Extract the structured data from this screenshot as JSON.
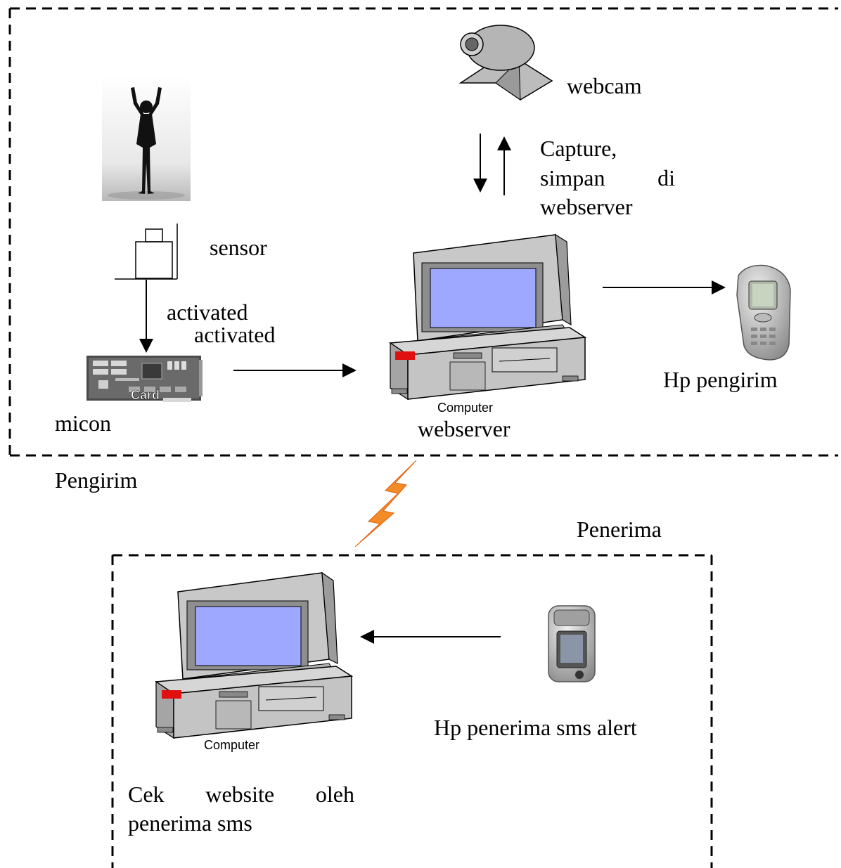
{
  "sender_group": {
    "label": "Pengirim",
    "sensor_label": "sensor",
    "activated_line1": "activated",
    "activated_line2": "activated",
    "micon_label": "micon",
    "card_text": "Card",
    "webcam_label": "webcam",
    "capture_words": [
      "Capture,",
      "simpan",
      "di",
      "webserver"
    ],
    "computer_text": "Computer",
    "webserver_label": "webserver",
    "hp_sender_label": "Hp pengirim"
  },
  "receiver_group": {
    "label": "Penerima",
    "computer_text": "Computer",
    "hp_receiver_label": "Hp penerima sms alert",
    "check_words": [
      "Cek",
      "website",
      "oleh",
      "penerima sms"
    ]
  },
  "colors": {
    "border": "#000000",
    "screen": "#9fa8ff",
    "monitor": "#c8c8c8",
    "lightning": "#f28c28",
    "led": "#22cc22",
    "red_light": "#e01010"
  },
  "icons": [
    "person-silhouette-icon",
    "sensor-icon",
    "card-icon",
    "webcam-icon",
    "computer-icon",
    "phone-icon",
    "lightning-icon"
  ]
}
